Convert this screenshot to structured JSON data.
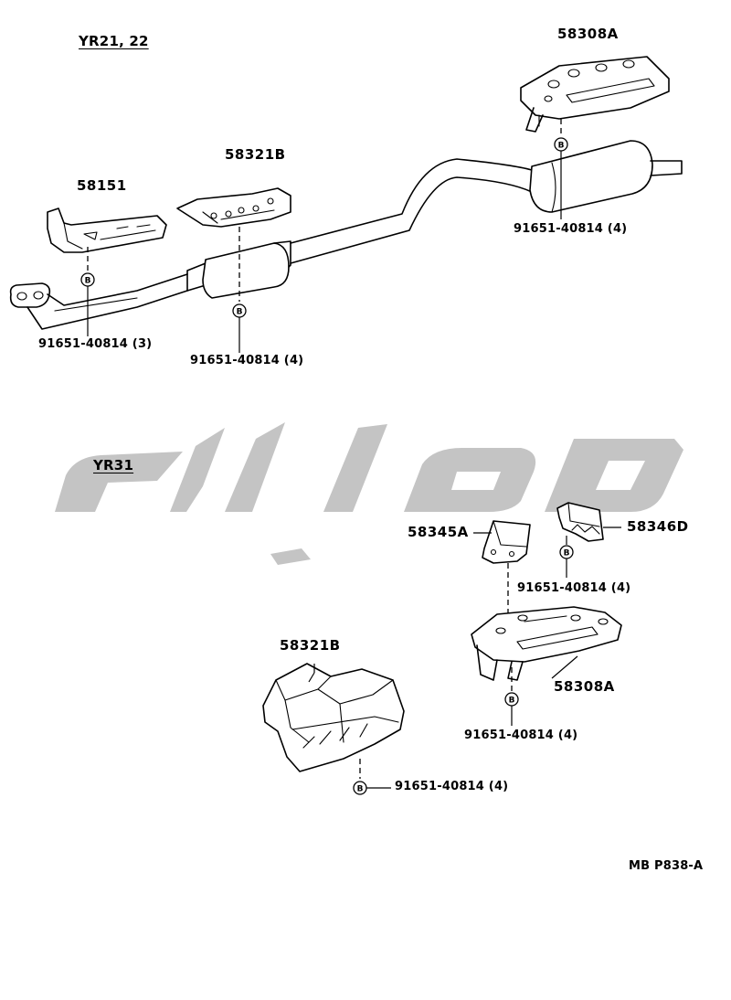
{
  "sections": {
    "yr21_22": "YR21, 22",
    "yr31": "YR31"
  },
  "parts": {
    "p58308A_top": "58308A",
    "p58321B_top": "58321B",
    "p58151": "58151",
    "p58345A": "58345A",
    "p58346D": "58346D",
    "p58308A_bottom": "58308A",
    "p58321B_bottom": "58321B"
  },
  "bolts": {
    "bolt_symbol": "B",
    "b1": "91651-40814",
    "b1_qty": "(4)",
    "b2": "91651-40814",
    "b2_qty": "(3)",
    "b3": "91651-40814",
    "b3_qty": "(4)",
    "b4": "91651-40814",
    "b4_qty": "(4)",
    "b5": "91651-40814",
    "b5_qty": "(4)",
    "b6": "91651-40814",
    "b6_qty": "(4)"
  },
  "diagram_code": "MB P838-A",
  "colors": {
    "line": "#000000",
    "watermark": "#c4c4c4",
    "background": "#ffffff"
  }
}
